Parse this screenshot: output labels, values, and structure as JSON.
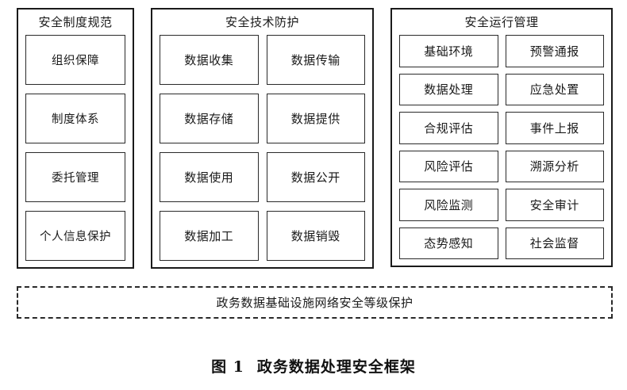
{
  "figure": {
    "caption_number": "图 1",
    "caption_title": "政务数据处理安全框架"
  },
  "panels": [
    {
      "id": "security-system-norms",
      "title": "安全制度规范",
      "columns": 1,
      "rows": [
        [
          "组织保障"
        ],
        [
          "制度体系"
        ],
        [
          "委托管理"
        ],
        [
          "个人信息保护"
        ]
      ]
    },
    {
      "id": "security-technical-protection",
      "title": "安全技术防护",
      "columns": 2,
      "rows": [
        [
          "数据收集",
          "数据传输"
        ],
        [
          "数据存储",
          "数据提供"
        ],
        [
          "数据使用",
          "数据公开"
        ],
        [
          "数据加工",
          "数据销毁"
        ]
      ]
    },
    {
      "id": "security-operation-management",
      "title": "安全运行管理",
      "columns": 2,
      "rows": [
        [
          "基础环境",
          "预警通报"
        ],
        [
          "数据处理",
          "应急处置"
        ],
        [
          "合规评估",
          "事件上报"
        ],
        [
          "风险评估",
          "溯源分析"
        ],
        [
          "风险监测",
          "安全审计"
        ],
        [
          "态势感知",
          "社会监督"
        ]
      ]
    }
  ],
  "foundation": {
    "label": "政务数据基础设施网络安全等级保护",
    "border_style": "dashed"
  },
  "colors": {
    "line": "#1a1a1a",
    "cell_border": "#2a2a2a",
    "background": "#ffffff",
    "text": "#1a1a1a"
  }
}
